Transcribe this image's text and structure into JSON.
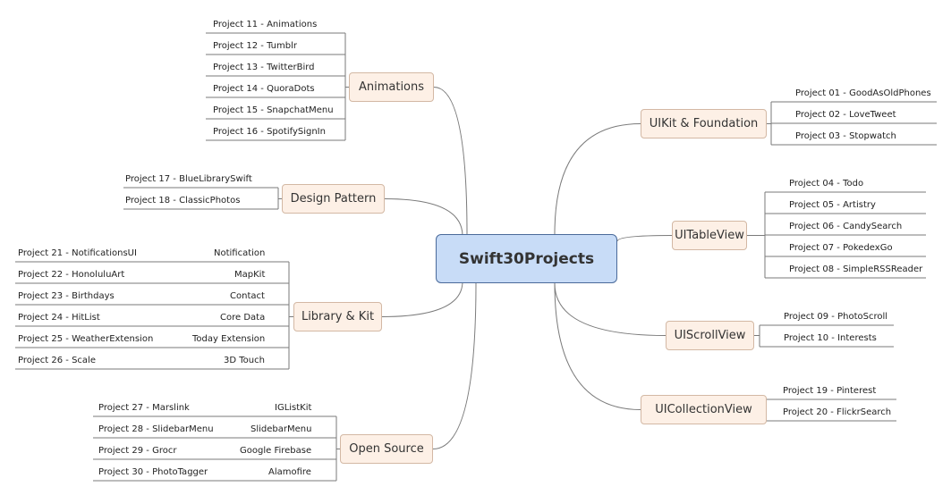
{
  "map": {
    "center": "Swift30Projects",
    "branches": [
      {
        "id": "animations",
        "label": "Animations",
        "side": "left",
        "leaves": [
          {
            "project": "Project 11 - Animations"
          },
          {
            "project": "Project 12 - Tumblr"
          },
          {
            "project": "Project 13 - TwitterBird"
          },
          {
            "project": "Project 14 - QuoraDots"
          },
          {
            "project": "Project 15 - SnapchatMenu"
          },
          {
            "project": "Project 16 - SpotifySignIn"
          }
        ]
      },
      {
        "id": "design-pattern",
        "label": "Design Pattern",
        "side": "left",
        "leaves": [
          {
            "project": "Project 17 - BlueLibrarySwift"
          },
          {
            "project": "Project 18 - ClassicPhotos"
          }
        ]
      },
      {
        "id": "library-kit",
        "label": "Library & Kit",
        "side": "left",
        "leaves": [
          {
            "project": "Project 21 - NotificationsUI",
            "tag": "Notification"
          },
          {
            "project": "Project 22 - HonoluluArt",
            "tag": "MapKit"
          },
          {
            "project": "Project 23 - Birthdays",
            "tag": "Contact"
          },
          {
            "project": "Project 24 - HitList",
            "tag": "Core Data"
          },
          {
            "project": "Project 25 - WeatherExtension",
            "tag": "Today Extension"
          },
          {
            "project": "Project 26 - Scale",
            "tag": "3D Touch"
          }
        ]
      },
      {
        "id": "open-source",
        "label": "Open Source",
        "side": "left",
        "leaves": [
          {
            "project": "Project 27 - Marslink",
            "tag": "IGListKit"
          },
          {
            "project": "Project 28 - SlidebarMenu",
            "tag": "SlidebarMenu"
          },
          {
            "project": "Project 29 - Grocr",
            "tag": "Google Firebase"
          },
          {
            "project": "Project 30 - PhotoTagger",
            "tag": "Alamofire"
          }
        ]
      },
      {
        "id": "uikit-foundation",
        "label": "UIKit & Foundation",
        "side": "right",
        "leaves": [
          {
            "project": "Project 01 - GoodAsOldPhones"
          },
          {
            "project": "Project 02 - LoveTweet"
          },
          {
            "project": "Project 03 - Stopwatch"
          }
        ]
      },
      {
        "id": "uitableview",
        "label": "UITableView",
        "side": "right",
        "leaves": [
          {
            "project": "Project 04 - Todo"
          },
          {
            "project": "Project 05 - Artistry"
          },
          {
            "project": "Project 06 - CandySearch"
          },
          {
            "project": "Project 07 - PokedexGo"
          },
          {
            "project": "Project 08 - SimpleRSSReader"
          }
        ]
      },
      {
        "id": "uiscrollview",
        "label": "UIScrollView",
        "side": "right",
        "leaves": [
          {
            "project": "Project 09 - PhotoScroll"
          },
          {
            "project": "Project 10 - Interests"
          }
        ]
      },
      {
        "id": "uicollectionview",
        "label": "UICollectionView",
        "side": "right",
        "leaves": [
          {
            "project": "Project 19 - Pinterest"
          },
          {
            "project": "Project 20 - FlickrSearch"
          }
        ]
      }
    ]
  }
}
